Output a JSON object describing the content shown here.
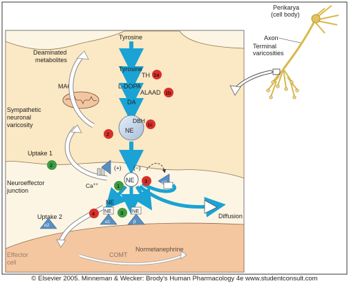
{
  "labels": {
    "perikarya": "Perikarya",
    "cell_body": "(cell body)",
    "axon": "Axon",
    "terminal": "Terminal",
    "varicosities": "varicosities",
    "tyrosine_top": "Tyrosine",
    "tyrosine": "Tyrosine",
    "th": "TH",
    "ldopa": "L-DOPA",
    "alaad": "ALAAD",
    "da": "DA",
    "dbh": "DBH",
    "ne_vesicle": "NE",
    "deaminated_1": "Deaminated",
    "deaminated_2": "metabolites",
    "mao": "MAO",
    "symp_1": "Sympathetic",
    "symp_2": "neuronal",
    "symp_3": "varicosity",
    "uptake1": "Uptake 1",
    "neuroeffector_1": "Neuroeffector",
    "neuroeffector_2": "junction",
    "ca": "Ca",
    "ca_sup": "++",
    "plus": "(+)",
    "minus": "(−)",
    "ne_cleft": "NE",
    "alpha2": "α2",
    "ne_release": "NE",
    "uptake2": "Uptake 2",
    "ne_r1": "NE",
    "ne_r2": "NE",
    "ne_r3": "NE",
    "r1": "α1",
    "r2": "β",
    "diffusion": "Diffusion",
    "effector_1": "Effector",
    "effector_2": "cell",
    "comt": "COMT",
    "normetanephrine": "Normetanephrine"
  },
  "badges": {
    "b1a": "1a",
    "b1b": "1b",
    "b1c": "1c",
    "b2_top": "2",
    "b2_left": "2",
    "b1": "1",
    "b3_red": "3",
    "b4": "4",
    "b3_green": "3"
  },
  "colors": {
    "red_badge": "#d7312b",
    "green_badge": "#3e9a44",
    "flow_arrow": "#1aa3d4",
    "receptor": "#5b8fc0",
    "varicosity_fill": "#fbe8c4",
    "effector_fill": "#f5c7a1"
  },
  "footer": "© Elsevier 2005. Minneman & Wecker: Brody's Human Pharmacology 4e www.studentconsult.com"
}
